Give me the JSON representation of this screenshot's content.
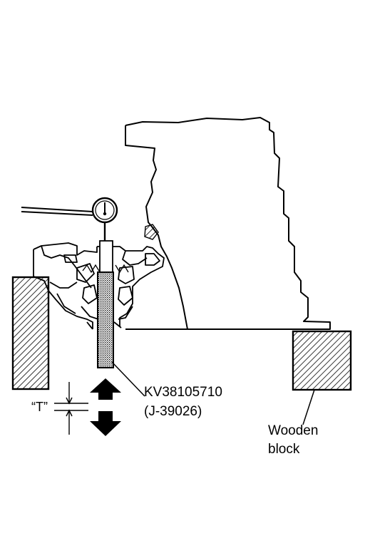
{
  "diagram": {
    "tool_label": {
      "part_number": "KV38105710",
      "alt_part_number": "(J-39026)"
    },
    "dimension_label": "“T”",
    "block_label": {
      "line1": "Wooden",
      "line2": "block"
    },
    "icons": [
      "dial-gauge-icon",
      "arrow-up-icon",
      "arrow-down-icon"
    ]
  }
}
